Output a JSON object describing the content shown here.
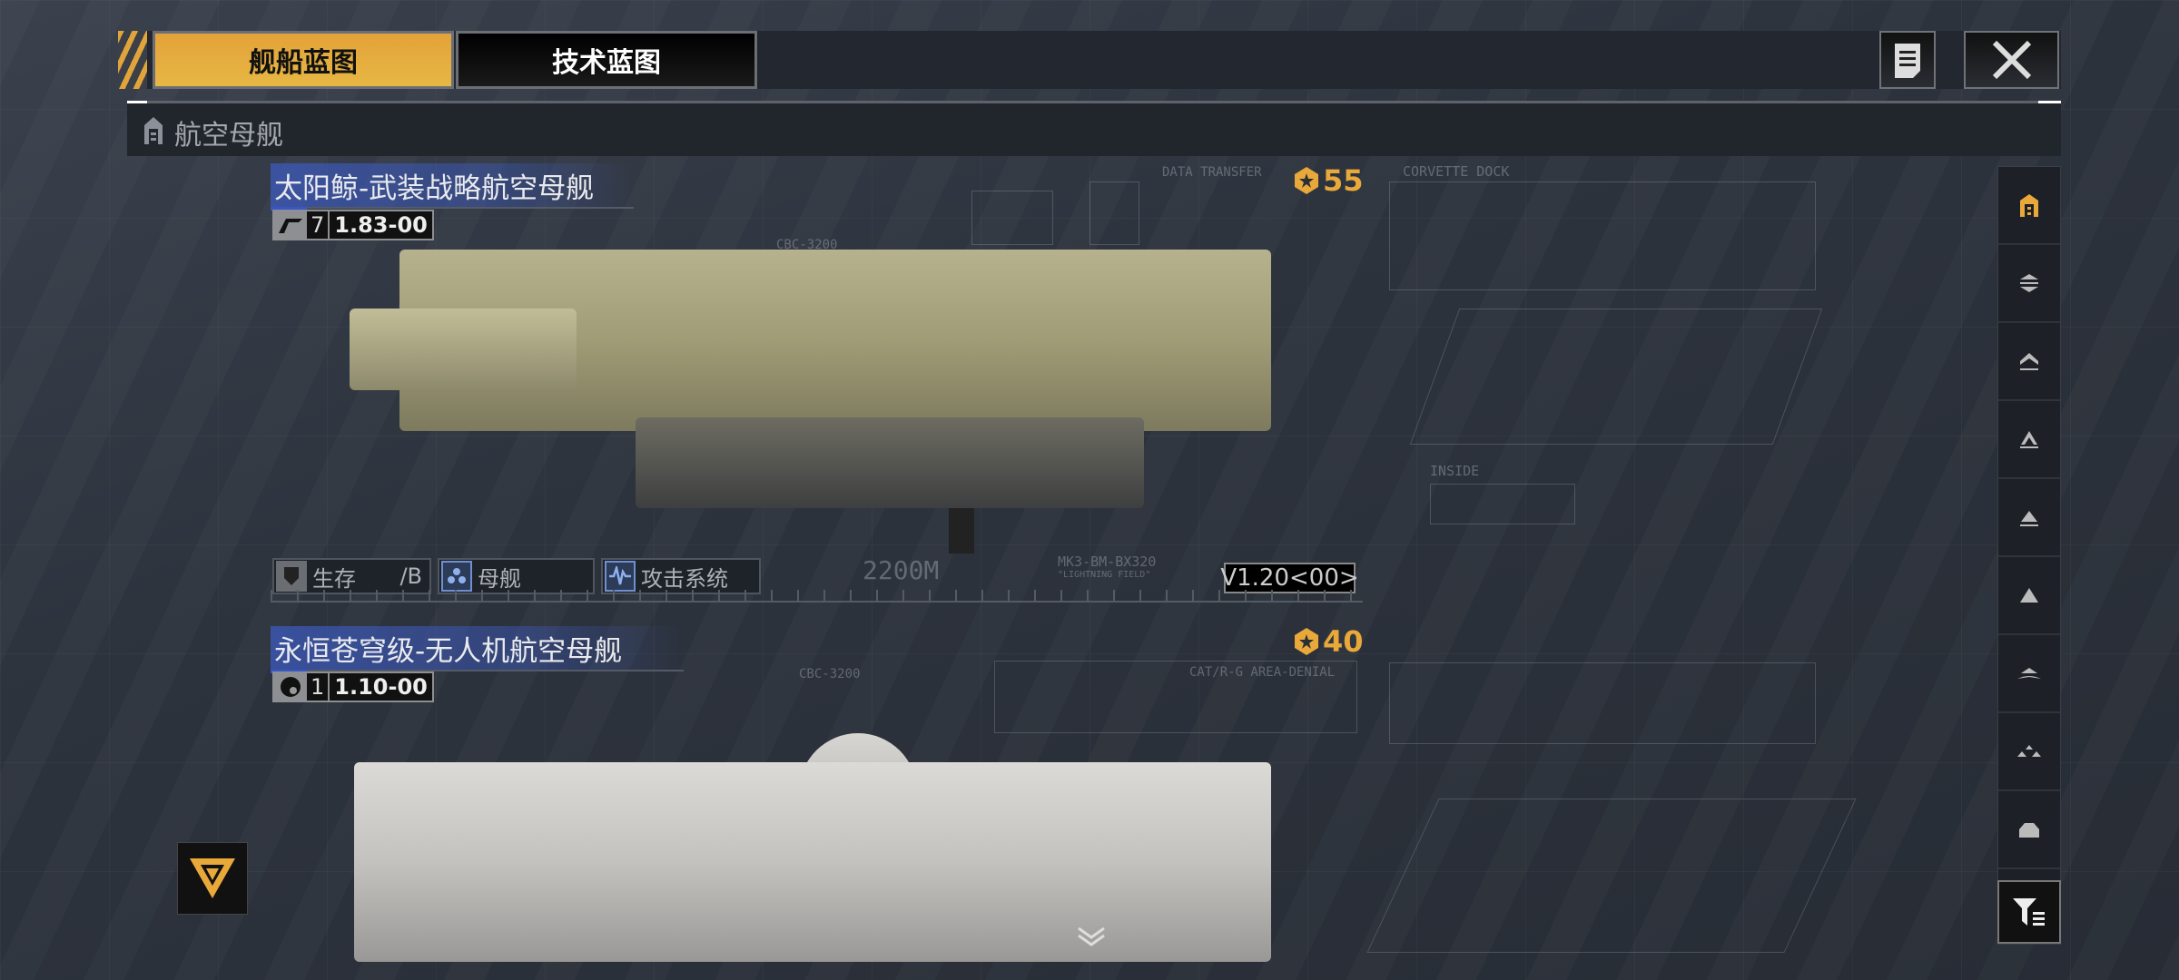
{
  "tabs": [
    {
      "label": "舰船蓝图",
      "active": true
    },
    {
      "label": "技术蓝图",
      "active": false
    }
  ],
  "category": {
    "label": "航空母舰"
  },
  "ships": [
    {
      "name": "太阳鲸-武装战略航空母舰",
      "level": "7",
      "version": "1.83-00",
      "score": "55",
      "tags": [
        {
          "label": "生存",
          "grade": "/B"
        },
        {
          "label": "母舰"
        },
        {
          "label": "攻击系统"
        }
      ],
      "callout": "CBC-3200",
      "length": "2200M",
      "weapon": "MK3-BM-BX320",
      "weapon_sub": "\"LIGHTNING FIELD\"",
      "blueprint_version": "V1.20<00>"
    },
    {
      "name": "永恒苍穹级-无人机航空母舰",
      "level": "1",
      "version": "1.10-00",
      "score": "40",
      "callout": "CBC-3200"
    }
  ],
  "blueprint_labels": {
    "data_transfer": "DATA TRANSFER",
    "corvette_dock": "CORVETTE DOCK",
    "inside": "INSIDE",
    "area_denial": "CAT/R-G AREA-DENIAL"
  },
  "colors": {
    "accent": "#e9a93a",
    "title_bg": "#3c5abe"
  }
}
